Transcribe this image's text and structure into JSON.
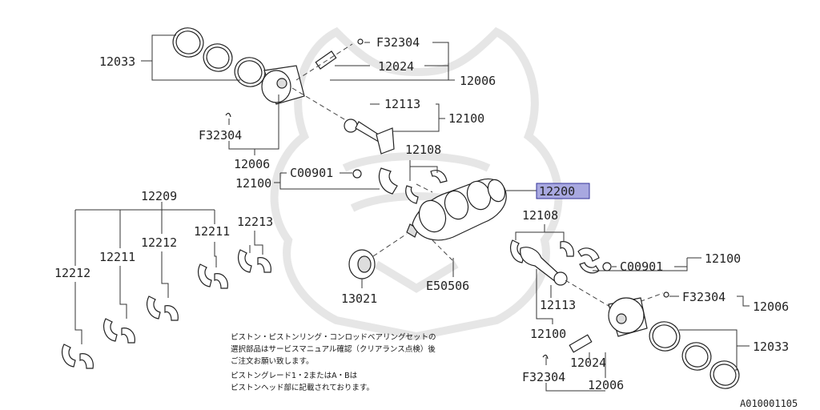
{
  "labels": {
    "p12033_a": "12033",
    "pF32304_a": "F32304",
    "p12024_a": "12024",
    "p12006_a": "12006",
    "pF32304_b": "F32304",
    "p12006_b": "12006",
    "p12113_a": "12113",
    "p12100_a": "12100",
    "p12108_a": "12108",
    "pC00901_a": "C00901",
    "p12100_b": "12100",
    "p12200": "12200",
    "p12209": "12209",
    "p12211_a": "12211",
    "p12213": "12213",
    "p12212_a": "12212",
    "p12211_b": "12211",
    "p12212_b": "12212",
    "p12108_b": "12108",
    "p12100_c": "12100",
    "pC00901_b": "C00901",
    "p13021": "13021",
    "pE50506": "E50506",
    "pF32304_c": "F32304",
    "p12006_c": "12006",
    "p12113_b": "12113",
    "p12100_d": "12100",
    "p12033_b": "12033",
    "p12024_b": "12024",
    "pF32304_d": "F32304",
    "p12006_d": "12006"
  },
  "note": {
    "line1": "ピストン・ピストンリング・コンロッドベアリングセットの",
    "line2": "選択部品はサービスマニュアル確認（クリアランス点検）後",
    "line3": "ご注文お願い致します。",
    "line4": "ピストングレード1・2またはA・Bは",
    "line5": "ピストンヘッド部に記載されております。"
  },
  "diagram_id": "A010001105",
  "colors": {
    "highlight_fill": "#a8a8e0",
    "highlight_stroke": "#333399",
    "watermark": "#e6e6e6"
  }
}
